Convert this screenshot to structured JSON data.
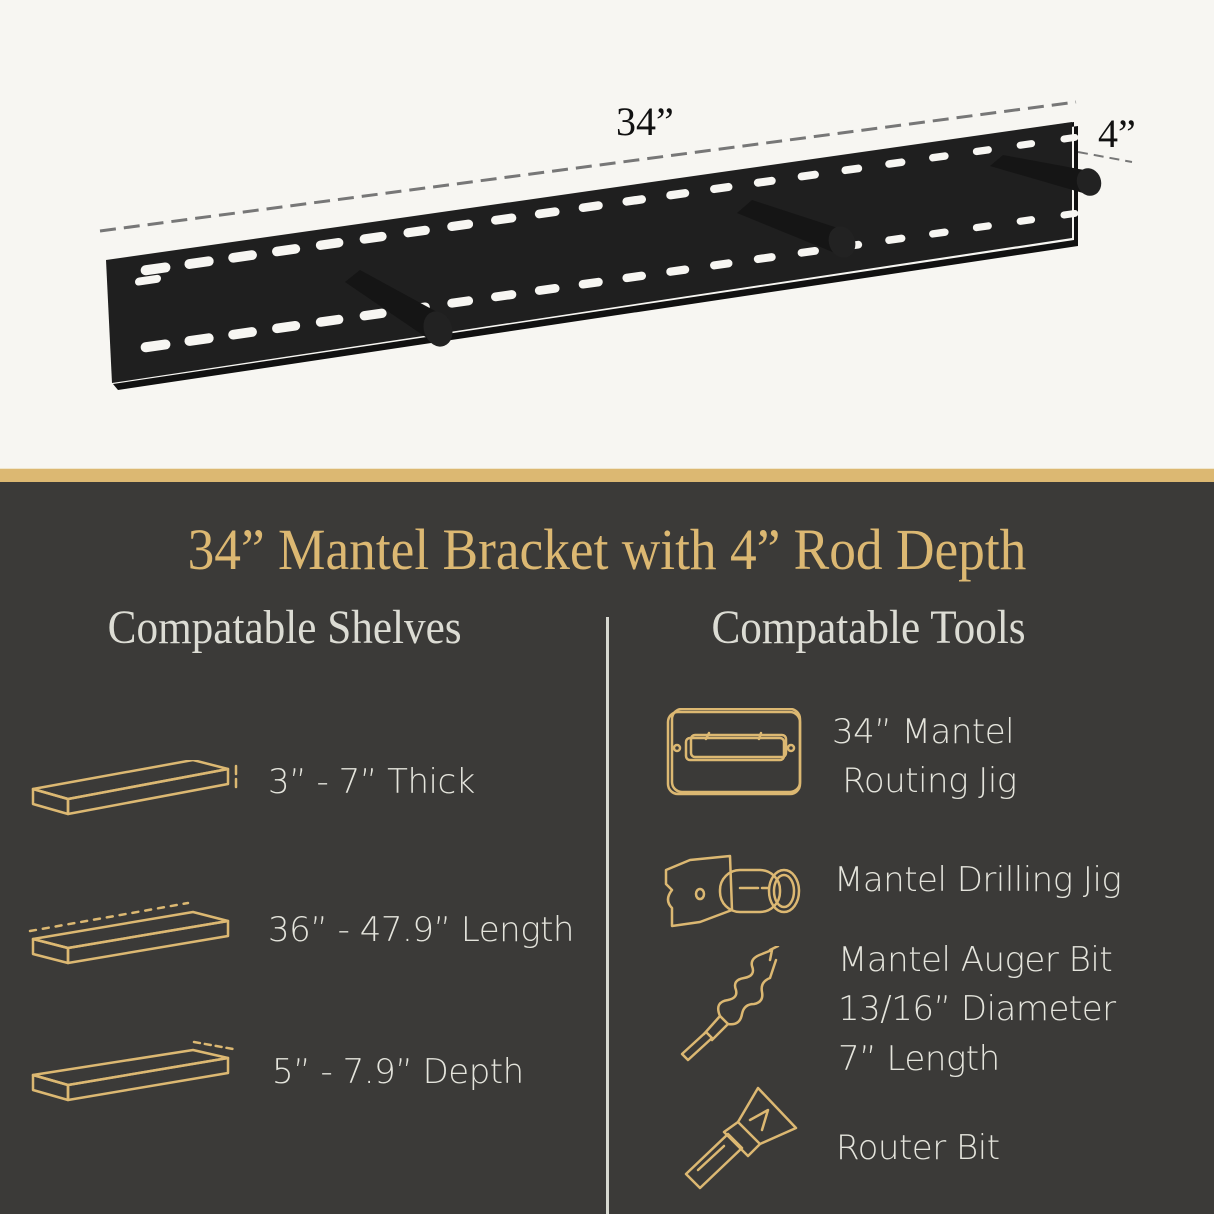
{
  "product_image": {
    "dimension_length": "34”",
    "dimension_depth": "4”"
  },
  "title": "34” Mantel Bracket with 4” Rod Depth",
  "shelves": {
    "heading": "Compatable Shelves",
    "items": [
      {
        "icon": "shelf-thickness-icon",
        "label": "3” - 7” Thick"
      },
      {
        "icon": "shelf-length-icon",
        "label": "36” - 47.9” Length"
      },
      {
        "icon": "shelf-depth-icon",
        "label": "5” - 7.9” Depth"
      }
    ]
  },
  "tools": {
    "heading": "Compatable Tools",
    "items": [
      {
        "icon": "routing-jig-icon",
        "label": "34” Mantel\n Routing Jig"
      },
      {
        "icon": "drilling-jig-icon",
        "label": "Mantel Drilling Jig"
      },
      {
        "icon": "auger-bit-icon",
        "label": "Mantel Auger Bit\n13/16” Diameter\n7” Length"
      },
      {
        "icon": "router-bit-icon",
        "label": "Router Bit"
      }
    ]
  },
  "colors": {
    "gold": "#dcb872",
    "dark_background": "#3b3a38",
    "light_background": "#f7f6f2",
    "text_light": "#e4e4dc"
  }
}
